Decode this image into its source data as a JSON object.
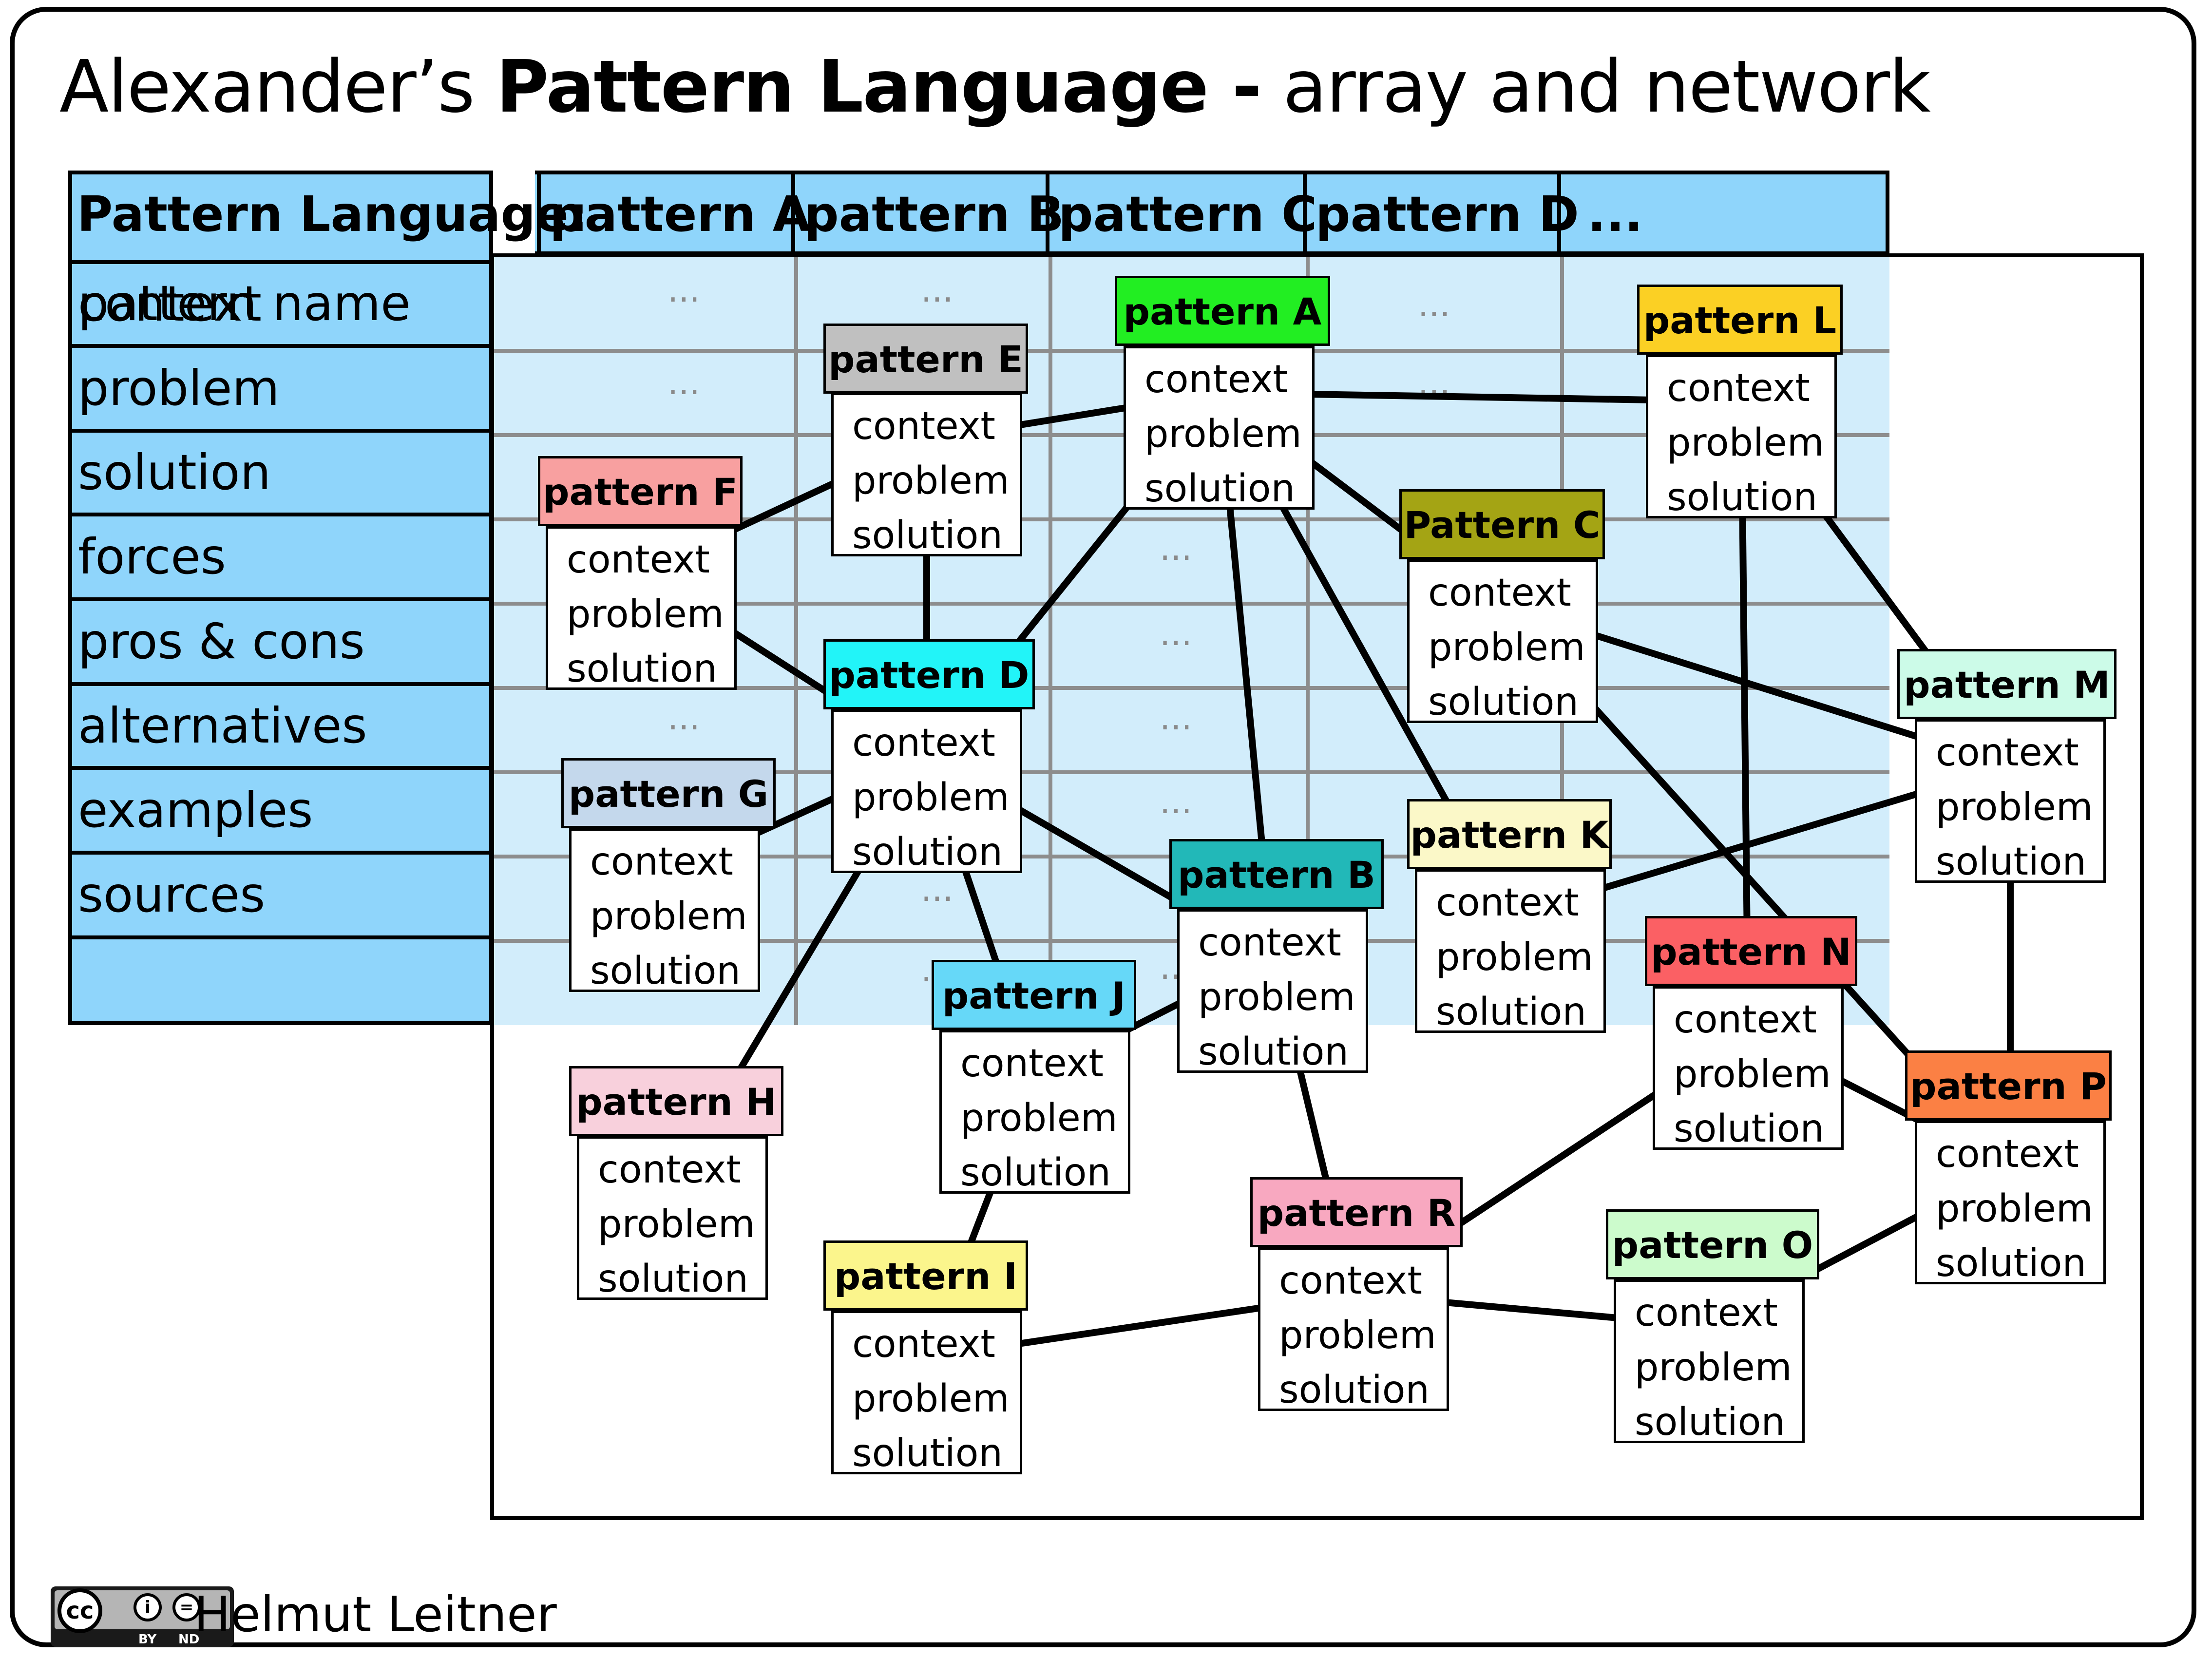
{
  "title": {
    "part1": "Alexander’s ",
    "part2": "Pattern Language -",
    "part3": " array and network"
  },
  "table": {
    "corner_header": "Pattern Language:",
    "column_headers": [
      "pattern A",
      "pattern B",
      "pattern C",
      "pattern D",
      "..."
    ],
    "row_headers": [
      "pattern name",
      "context",
      "problem",
      "solution",
      "forces",
      "pros & cons",
      "alternatives",
      "examples",
      "sources"
    ],
    "ellipsis": "..."
  },
  "patterns": [
    {
      "id": "A",
      "label": "pattern A",
      "color": "#22ee22"
    },
    {
      "id": "B",
      "label": "pattern B",
      "color": "#22b8b8"
    },
    {
      "id": "C",
      "label": "Pattern C",
      "color": "#a4a414"
    },
    {
      "id": "D",
      "label": "pattern D",
      "color": "#22f4f8"
    },
    {
      "id": "E",
      "label": "pattern E",
      "color": "#c0c0c0"
    },
    {
      "id": "F",
      "label": "pattern F",
      "color": "#f8a0a0"
    },
    {
      "id": "G",
      "label": "pattern G",
      "color": "#c4d8ec"
    },
    {
      "id": "H",
      "label": "pattern H",
      "color": "#f8d0dc"
    },
    {
      "id": "I",
      "label": "pattern I",
      "color": "#fbf58c"
    },
    {
      "id": "J",
      "label": "pattern J",
      "color": "#66d8f8"
    },
    {
      "id": "K",
      "label": "pattern K",
      "color": "#fbf8c8"
    },
    {
      "id": "L",
      "label": "pattern L",
      "color": "#fbd024"
    },
    {
      "id": "M",
      "label": "pattern M",
      "color": "#ccfbe8"
    },
    {
      "id": "N",
      "label": "pattern N",
      "color": "#fb6064"
    },
    {
      "id": "O",
      "label": "pattern O",
      "color": "#ccfbcc"
    },
    {
      "id": "P",
      "label": "pattern P",
      "color": "#fb8044"
    },
    {
      "id": "R",
      "label": "pattern R",
      "color": "#f8a8c0"
    }
  ],
  "pattern_body": [
    "context",
    "problem",
    "solution"
  ],
  "links": [
    [
      "E",
      "A"
    ],
    [
      "A",
      "L"
    ],
    [
      "A",
      "D"
    ],
    [
      "A",
      "B"
    ],
    [
      "A",
      "C"
    ],
    [
      "A",
      "K"
    ],
    [
      "E",
      "F"
    ],
    [
      "E",
      "D"
    ],
    [
      "F",
      "D"
    ],
    [
      "D",
      "G"
    ],
    [
      "D",
      "H"
    ],
    [
      "D",
      "B"
    ],
    [
      "D",
      "J"
    ],
    [
      "J",
      "B"
    ],
    [
      "J",
      "I"
    ],
    [
      "I",
      "R"
    ],
    [
      "B",
      "R"
    ],
    [
      "R",
      "O"
    ],
    [
      "R",
      "N"
    ],
    [
      "C",
      "M"
    ],
    [
      "C",
      "P"
    ],
    [
      "L",
      "M"
    ],
    [
      "L",
      "N"
    ],
    [
      "K",
      "M"
    ],
    [
      "N",
      "P"
    ],
    [
      "M",
      "P"
    ],
    [
      "O",
      "P"
    ]
  ],
  "footer": {
    "license_badge": "cc",
    "license_by": "BY",
    "license_nd": "ND",
    "author": "Helmut Leitner"
  }
}
